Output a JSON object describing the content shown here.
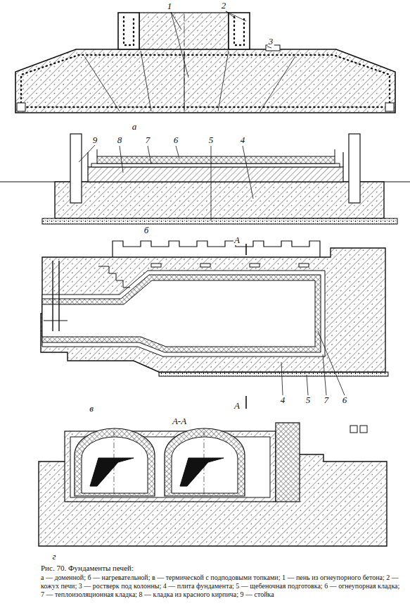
{
  "diagram": {
    "title": "Рис. 70. Фундаменты печей:",
    "caption": "а — доменной; б — нагревательной; в — термической с подподовыми топками; 1 — пень из огнеупорного бетона; 2 — кожух печи; 3 — ростверк под колонны; 4 — плита фундамента; 5 — щебеночная подготовка; 6 — огнеупорная кладка; 7 — теплоизоляционная кладка; 8 — кладка из красного кирпича; 9 — стойка",
    "labels": [
      "1",
      "2",
      "3",
      "а",
      "9",
      "8",
      "7",
      "6",
      "5",
      "4",
      "б",
      "А",
      "4",
      "5",
      "7",
      "6",
      "А",
      "в",
      "А-А",
      "г"
    ]
  }
}
